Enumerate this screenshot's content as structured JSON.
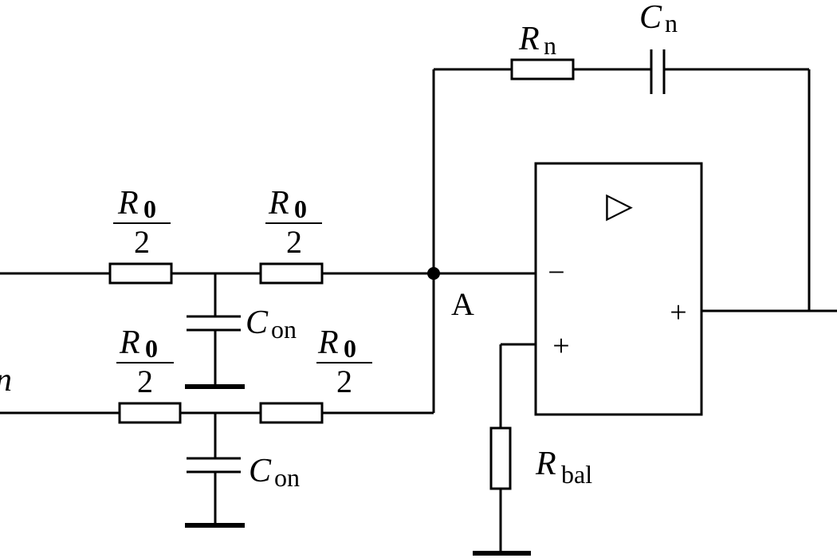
{
  "labels": {
    "rn_main": "R",
    "rn_sub": "n",
    "cn_main": "C",
    "cn_sub": "n",
    "r0_main": "R",
    "r0_sub": "0",
    "r0_den": "2",
    "con_main": "C",
    "con_sub": "on",
    "node_a": "A",
    "rbal_main": "R",
    "rbal_sub": "bal",
    "input_partial": "n",
    "amp_triangle": "▷",
    "amp_minus": "−",
    "amp_plus_in": "+",
    "amp_plus_out": "+"
  }
}
